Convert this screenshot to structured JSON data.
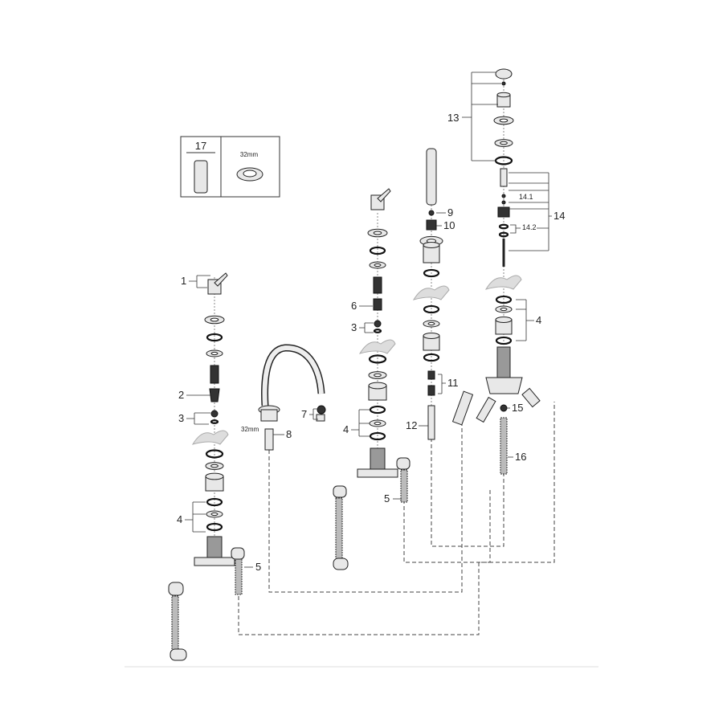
{
  "diagram": {
    "type": "exploded-parts-diagram",
    "inset": {
      "part_number": "17",
      "size_label": "32mm"
    },
    "left_valve_labels": {
      "handle": "1",
      "cartridge": "2",
      "seal": "3",
      "rings": "4",
      "hose": "5"
    },
    "spout_labels": {
      "aerator": "7",
      "nut": "8",
      "size": "32mm"
    },
    "middle_valve_labels": {
      "cartridge": "6",
      "seal": "3",
      "rings": "4",
      "hose": "5"
    },
    "shower_labels": {
      "head": "9",
      "nut": "10",
      "check": "11",
      "stem": "12"
    },
    "right_valve_labels": {
      "cap_set": "13",
      "diverter": "14",
      "sub1": "14.1",
      "sub2": "14.2",
      "rings": "4",
      "valve": "15",
      "hose": "16"
    }
  }
}
